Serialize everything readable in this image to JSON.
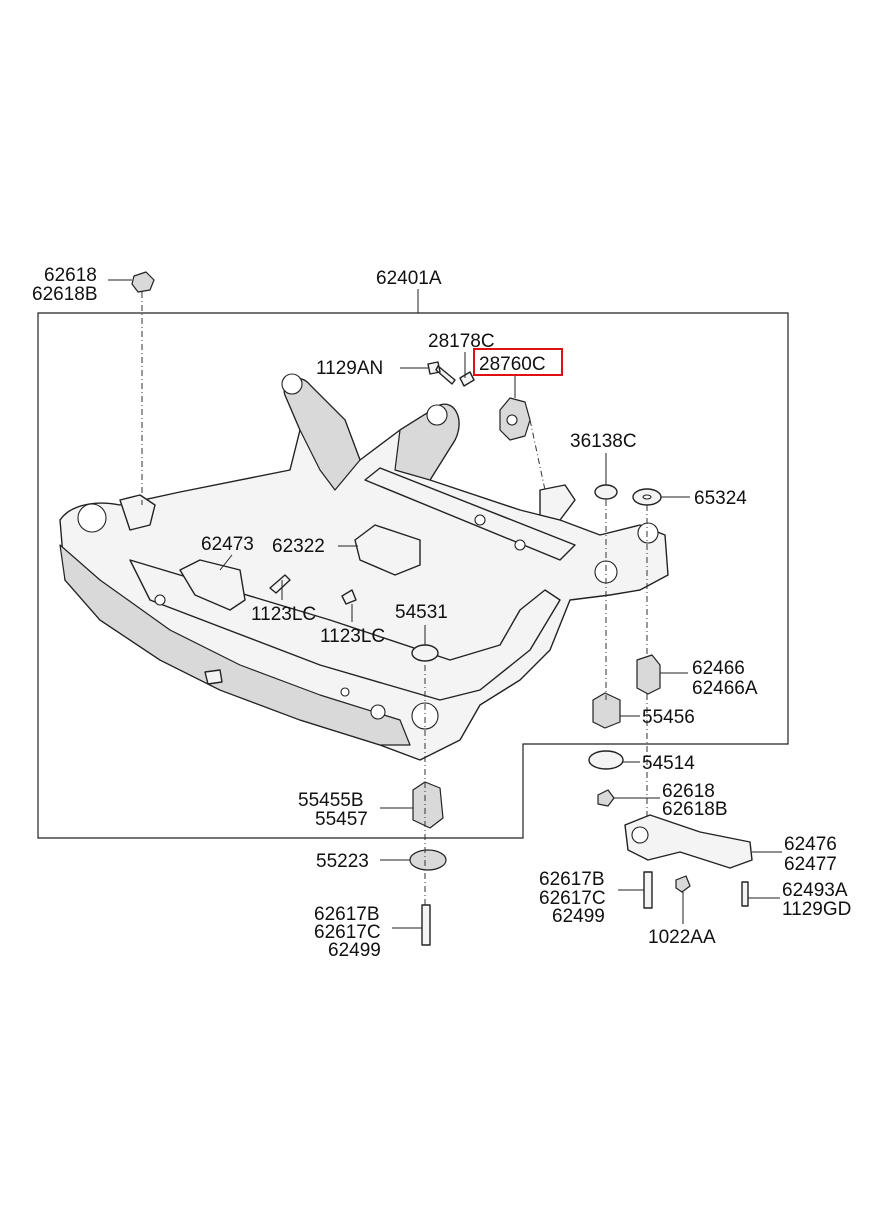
{
  "diagram": {
    "highlight_color": "#e01010",
    "labels": {
      "p62618_top": "62618",
      "p62618b_top": "62618B",
      "p62401a": "62401A",
      "p28178c": "28178C",
      "p1129an": "1129AN",
      "p28760c": "28760C",
      "p36138c": "36138C",
      "p65324": "65324",
      "p62473": "62473",
      "p62322": "62322",
      "p1123lc_left": "1123LC",
      "p1123lc_mid": "1123LC",
      "p54531": "54531",
      "p62466": "62466",
      "p62466a": "62466A",
      "p55456": "55456",
      "p54514": "54514",
      "p62618_right": "62618",
      "p62618b_right": "62618B",
      "p55455b": "55455B",
      "p55457": "55457",
      "p55223": "55223",
      "p62476": "62476",
      "p62477": "62477",
      "p62617b_right": "62617B",
      "p62617c_right": "62617C",
      "p62499_right": "62499",
      "p62493a": "62493A",
      "p1129gd": "1129GD",
      "p1022aa": "1022AA",
      "p62617b_left": "62617B",
      "p62617c_left": "62617C",
      "p62499_left": "62499"
    }
  }
}
